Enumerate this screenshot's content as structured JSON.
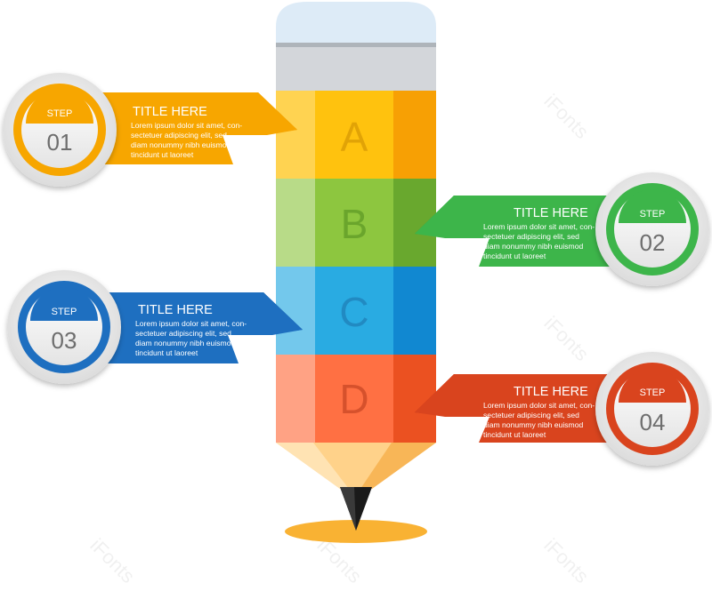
{
  "pencil": {
    "segments": [
      {
        "letter": "A",
        "color": "#FFC20E",
        "letter_color": "#C98A00"
      },
      {
        "letter": "B",
        "color": "#8DC63F",
        "letter_color": "#4E8A1E"
      },
      {
        "letter": "C",
        "color": "#29ABE2",
        "letter_color": "#1B6FA8"
      },
      {
        "letter": "D",
        "color": "#F26A3D",
        "letter_color": "#B5381A"
      }
    ]
  },
  "steps": [
    {
      "step_label": "STEP",
      "number": "01",
      "title": "TITLE HERE",
      "lines": [
        "Lorem ipsum dolor sit amet, con-",
        "sectetuer adipiscing elit, sed",
        "diam nonummy nibh euismod",
        "tincidunt ut laoreet"
      ],
      "color": "#F7A600"
    },
    {
      "step_label": "STEP",
      "number": "02",
      "title": "TITLE HERE",
      "lines": [
        "Lorem ipsum dolor sit amet, con-",
        "sectetuer adipiscing elit, sed",
        "diam nonummy nibh euismod",
        "tincidunt ut laoreet"
      ],
      "color": "#3DB54A"
    },
    {
      "step_label": "STEP",
      "number": "03",
      "title": "TITLE HERE",
      "lines": [
        "Lorem ipsum dolor sit amet, con-",
        "sectetuer adipiscing elit, sed",
        "diam nonummy nibh euismod",
        "tincidunt ut laoreet"
      ],
      "color": "#1E6FC0"
    },
    {
      "step_label": "STEP",
      "number": "04",
      "title": "TITLE HERE",
      "lines": [
        "Lorem ipsum dolor sit amet, con-",
        "sectetuer adipiscing elit, sed",
        "diam nonummy nibh euismod",
        "tincidunt ut laoreet"
      ],
      "color": "#D9441E"
    }
  ],
  "watermark_text": "iFonts"
}
